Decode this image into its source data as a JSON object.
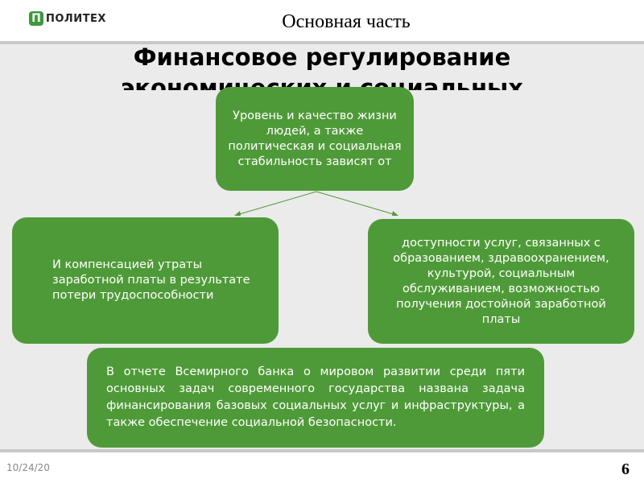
{
  "header": {
    "logo_text": "ПОЛИТЕХ",
    "logo_mark": "П",
    "title": "Основная часть"
  },
  "slide": {
    "title": "Финансовое регулирование экономических и социальных",
    "top_box": "Уровень и качество жизни людей, а также политическая и социальная стабильность зависят от",
    "left_box": "И компенсацией утраты заработной платы в результате потери трудоспособности",
    "right_box": "доступности услуг, связанных с образованием, здравоохранением, культурой, социальным обслуживанием, возможностью получения достойной заработной платы",
    "bottom_box": "В отчете Всемирного банка о мировом развитии среди пяти основных задач современного государства названа задача финансирования базовых социальных услуг и инфраструктуры, а также обеспечение социальной безопасности."
  },
  "colors": {
    "box_green": "#4f9a38",
    "band_gray": "#ebebeb"
  },
  "footer": {
    "date": "10/24/20",
    "page": "6"
  }
}
